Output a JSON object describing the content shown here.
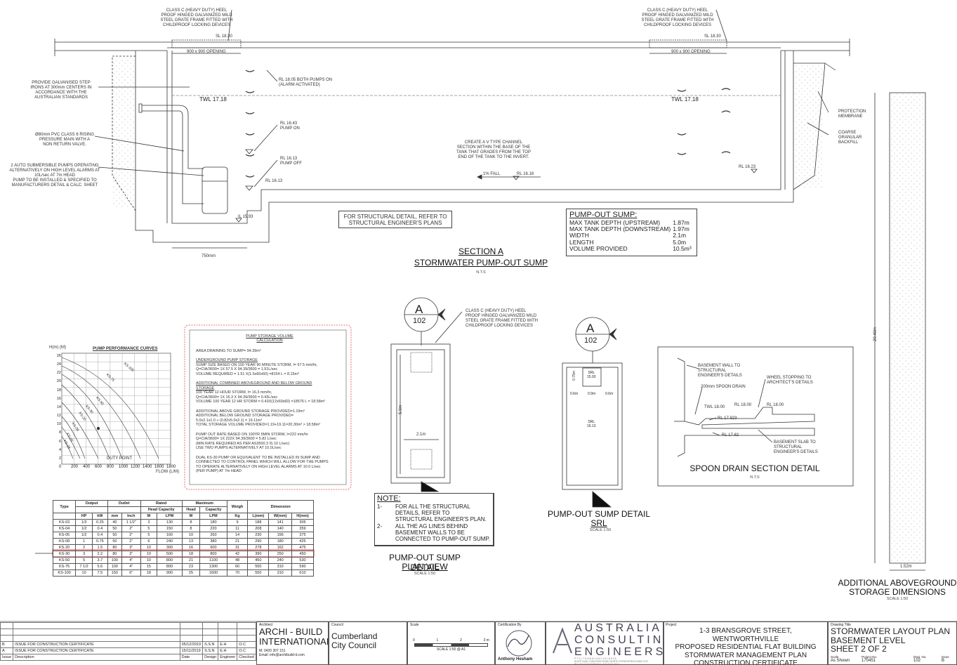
{
  "section_a": {
    "title": "SECTION A",
    "subtitle": "STORMWATER PUMP-OUT SUMP",
    "scale": "N.T.S",
    "grate_note": "CLASS C (HEAVY DUTY) HEEL\nPROOF HINGED GALVANIZED MILD\nSTEEL GRATE FRAME FITTED WITH\nCHILDPROOF LOCKING DEVICES",
    "grate_note_right": "CLASS C (HEAVY DUTY) HEEL\nPROOF HINGED GALVANIZED MILD\nSTEEL GRATE FRAME FITTED WITH\nCHILDPROOF LOCKING DEVICES",
    "sl_left": "SL 18.30",
    "sl_right": "SL 18.30",
    "opening_left": "900 x 900 OPENING",
    "opening_right": "900 x 900 OPENING",
    "step_note": "PROVIDE GALVANISED STEP\nIRONS AT 300mm CENTERS IN\nACCORDANCE WITH THE\nAUSTRALIAN STANDARDS",
    "main_note": "Ø80mm PVC CLASS 6 RISING\nPRESSURE MAIN WITH A\nNON RETURN VALVE.",
    "pumps_note": "2 AUTO SUBMERSIBLE PUMPS OPERATING\nALTERNATIVELY ON HIGH LEVEL ALARMS AT\n10L/sec AT 7m HEAD\nPUMP TO BE INSTALLED & SPECIFIED TO\nMANUFACTURERS DETAIL & CALC. SHEET",
    "twl_left": "TWL 17.18",
    "twl_right": "TWL 17.18",
    "rl_alarm": "RL 18.05 BOTH PUMPS ON\n(ALARM ACTIVATED)",
    "rl_on": "RL 16.43\nPUMP ON",
    "rl_off": "RL 16.13\nPUMP OFF",
    "rl_1613": "RL 16.13",
    "il_1593": "IL 15.93",
    "channel_note": "CREATE A V TYPE CHANNEL\nSECTION WITHIN THE BASE OF THE\nTANK THAT GRADES FROM THE TOP\nEND OF THE TANK TO THE INVERT.",
    "fall": "1% FALL",
    "rl_1618": "RL 16.18",
    "rl_1623": "RL 16.23",
    "protection": "PROTECTION\nMEMBRANE",
    "backfill": "COARSE\nGRANULAR\nBACKFILL",
    "dim_750": "750mm",
    "structural_note": "FOR STRUCTURAL DETAIL, REFER TO\nSTRUCTURAL ENGINEER'S PLANS"
  },
  "pump_out_sump": {
    "title": "PUMP-OUT SUMP:",
    "rows": [
      {
        "label": "MAX TANK DEPTH (UPSTREAM)",
        "value": "1.87m"
      },
      {
        "label": "MAX TANK DEPTH (DOWNSTREAM)",
        "value": "1.97m"
      },
      {
        "label": "WIDTH",
        "value": "2.1m"
      },
      {
        "label": "LENGTH",
        "value": "5.0m"
      },
      {
        "label": "VOLUME PROVIDED",
        "value": "10.5m³"
      }
    ]
  },
  "pump_curve": {
    "ylabel": "H(m) (M)",
    "title": "PUMP PERFORMANCE CURVES",
    "xlabel": "FLOW (L/M)",
    "duty_point": "DUTY POINT",
    "yticks": [
      "26",
      "24",
      "22",
      "20",
      "18",
      "16",
      "14",
      "12",
      "10",
      "8",
      "6",
      "4",
      "2"
    ],
    "xticks": [
      "0",
      "200",
      "400",
      "600",
      "800",
      "1000",
      "1200",
      "1400",
      "1600",
      "1800"
    ],
    "curve_labels": [
      "KS-100",
      "KS-75",
      "KS-50",
      "KS-30",
      "KS-20",
      "KS-08",
      "KS-05",
      "KS-03"
    ]
  },
  "calc": {
    "title": "PUMP STORAGE VOLUME\nCALCULATION",
    "area": "AREA DRAINING TO SUMP= 94.39m²",
    "ug_head": "UNDERGROUND PUMP STORAGE",
    "ug_body": "SUMP SIZE BASED ON 100 YEAR 90 MINUTE STORM, I= 57.5 mm/hr,\nQ=CIA/3600= 1X 57.5 X 94.39/3600 = 1.51L/sec\nVOLUME REQUIRED = 1.51 X(1.5x60x60) =8154 L = 8.15m³",
    "comb_head": "ADDITIONAL COMBINED ABOVEGROUND AND BELOW GROUND\nSTORAGE",
    "comb_body": "100 YEAR 12 HOUR STORM, I= 16.3 mm/hr,\nQ=CIA/3600= 1X 16.3 X 94.39/3600 = 0.43L/sec\nVOLUME 100 YEAR 12 HR STORM = 0.43X(12x60x60) =18576 L = 18.58m³",
    "add_body": "ADDITIONAL ABOVE GROUND STORAGE PROVIDED=1.19m³\nADDITIONAL BELOW GROUND STORAGE PROVIDED=\n5.0x2.1x1.0 + (0.82x5.0x2.1) = 19.11m³\nTOTAL STORAGE VOLUME PROVIDED=1.19+19.11=20.30m³ > 18.58m³",
    "rate_body": "PUMP OUT RATE BASED ON 100YR 5MIN STORM, I=222 mm/hr\nQ=CIA/3600= 1X 222X 94.39/3600 = 5.82 L/sec\n(MIN RATE REQUIRED AS PER AS3500.3 IS 10 L/sec)\nUSE TWO PUMPS ALTERNATIVELY AT 10.0L/sec",
    "dual_body": "DUAL KS-30 PUMP OR EQUIVALENT TO BE INSTALLED IN SUMP AND\nCONNECTED TO CONTROL PANEL WHICH WILL ALLOW FOR THE PUMPS\nTO OPERATE ALTERNATIVELY ON HIGH LEVEL ALARMS AT 10.0 L/sec\n(PER PUMP) AT 7m HEAD"
  },
  "pump_table": {
    "h_type": "Type",
    "h_output": "Output",
    "h_outlet": "Outlet",
    "h_rated": "Rated",
    "h_max": "Maximum",
    "h_weigh": "Weigh",
    "h_dim": "Dimension",
    "h_headcap": "Head Capacity",
    "h_head": "Head",
    "h_capacity": "Capacity",
    "sub": [
      "HP",
      "kW",
      "mm",
      "Inch",
      "M",
      "LPM",
      "M",
      "LPM",
      "Kg",
      "L(mm)",
      "W(mm)",
      "H(mm)"
    ],
    "rows": [
      [
        "KS-03",
        "1/3",
        "0.25",
        "40",
        "1 1/2\"",
        "3",
        "130",
        "8",
        "180",
        "9",
        "188",
        "141",
        "305"
      ],
      [
        "KS-04",
        "1/2",
        "0.4",
        "50",
        "2\"",
        "5",
        "150",
        "8",
        "220",
        "11",
        "208",
        "140",
        "359"
      ],
      [
        "KS-05",
        "1/2",
        "0.4",
        "50",
        "2\"",
        "5",
        "160",
        "10",
        "260",
        "14",
        "230",
        "156",
        "375"
      ],
      [
        "KS-08",
        "1",
        "0.75",
        "50",
        "2\"",
        "6",
        "240",
        "13",
        "380",
        "21",
        "290",
        "180",
        "425"
      ],
      [
        "KS-20",
        "2",
        "1.5",
        "80",
        "3\"",
        "10",
        "300",
        "16",
        "600",
        "31",
        "278",
        "162",
        "475"
      ],
      [
        "KS-30",
        "3",
        "2.2",
        "80",
        "3\"",
        "10",
        "500",
        "18",
        "800",
        "42",
        "390",
        "250",
        "450"
      ],
      [
        "KS-50",
        "5",
        "3.7",
        "100",
        "4\"",
        "10",
        "800",
        "21",
        "1100",
        "48",
        "450",
        "240",
        "530"
      ],
      [
        "KS-75",
        "7 1/2",
        "5.6",
        "100",
        "4\"",
        "15",
        "800",
        "23",
        "1300",
        "60",
        "550",
        "310",
        "590"
      ],
      [
        "KS-100",
        "10",
        "7.5",
        "150",
        "6\"",
        "18",
        "900",
        "25",
        "1600",
        "70",
        "550",
        "310",
        "610"
      ]
    ]
  },
  "plan_view": {
    "callout_letter": "A",
    "callout_num": "102",
    "grate_note": "CLASS C (HEAVY DUTY) HEEL\nPROOF HINGED GALVANIZED MILD\nSTEEL GRATE FRAME FITTED WITH\nCHILDPROOF LOCKING DEVICES",
    "dim_len": "5.0m",
    "dim_wid": "2.1m",
    "title": "PUMP-OUT SUMP DETAIL",
    "title2": "PLAN VIEW",
    "scale": "SCALE 1:50"
  },
  "note": {
    "title": "NOTE:",
    "n1": "1-",
    "t1": "FOR ALL THE STRUCTURAL\nDETAILS, REFER TO\nSTRUCTURAL ENGINEER'S PLAN.",
    "n2": "2-",
    "t2": "ALL THE AG LINES BEHIND\nBASEMENT WALLS TO BE\nCONNECTED TO PUMP-OUT SUMP."
  },
  "srl_detail": {
    "callout_letter": "A",
    "callout_num": "102",
    "srl_top": "SRL\n15.93",
    "srl_mid": "SRL\n16.13",
    "d075": "0.75m",
    "d06a": "0.6m",
    "d09": "0.9m",
    "d06b": "0.6m",
    "title": "PUMP-OUT SUMP DETAIL",
    "title2": "SRL",
    "scale": "SCALE 1:50"
  },
  "spoon": {
    "basement_wall": "BASEMENT WALL TO\nSTRUCTURAL\nENGINEER'S DETAILS",
    "spoon_drain": "200mm SPOON DRAIN",
    "wheel": "WHEEL STOPPING TO\nARCHITECT'S DETAILS",
    "twl": "TWL 18.00",
    "rl1800a": "RL 18.00",
    "rl1800b": "RL 18.00",
    "rl17923": "RL 17.923",
    "rl1782": "RL 17.82",
    "slab": "BASEMENT SLAB TO\nSTRUCTURAL\nENGINEER'S DETAILS",
    "title": "SPOON DRAIN SECTION DETAIL",
    "scale": "N.T.S"
  },
  "additional": {
    "dim_len": "20.40m",
    "dim_wid": "1.52m",
    "title": "ADDITIONAL ABOVEGROUND",
    "title2": "STORAGE DIMENSIONS",
    "scale": "SCALE 1:50"
  },
  "title_block": {
    "rev_rows": [
      [
        "B",
        "ISSUE FOR CONSTRUCTION CERTIFICATE",
        "05/12/2019",
        "S.S.N",
        "E.H",
        "O.C"
      ],
      [
        "A",
        "ISSUE FOR CONSTRUCTION CERTIFICATE",
        "15/11/2019",
        "S.S.N",
        "E.H",
        "O.C"
      ]
    ],
    "rev_head": [
      "Issue",
      "Description",
      "Date",
      "Design",
      "Engineer",
      "Checked"
    ],
    "architect_label": "Architect",
    "architect": "ARCHI - BUILD\nINTERNATIONAL",
    "architect_contact": "M: 0420 307 151\nEmail: info@archibuild-it.com",
    "council_label": "Council",
    "council": "Cumberland\nCity Council",
    "scale_label": "Scale",
    "scale_ticks": [
      "0",
      "1",
      "2",
      "3 m"
    ],
    "scale_text": "SCALE 1:50 @ A1",
    "cert_label": "Certification By",
    "cert_name": "Anthony Hesham",
    "engineers": "AUSTRALIAN\nCONSULTING\nENGINEERS",
    "engineers_small": "P T Y   L T D   A B N   1 6 6 2 1 6 1 8 6 3 5\nSHOP 11/60 CONCORD ROAD NORTH STRATHFIELD NSW 2137\nPH: (02) 9743 8455   FAX: (02) 9743 7616",
    "project_label": "Project",
    "project": "1-3 BRANSGROVE STREET, WENTWORTHVILLE\nPROPOSED RESIDENTIAL FLAT BUILDING\nSTORMWATER MANAGEMENT PLAN\nCONSTRUCTION CERTIFICATE",
    "drawing_label": "Drawing Title",
    "drawing": "STORMWATER LAYOUT PLAN\nBASEMENT LEVEL\nSHEET 2 OF 2",
    "bottom": [
      "Scale",
      "Project No.",
      "Dwg. No.",
      "Issue"
    ],
    "bottom_vals": [
      "As Shown",
      "170451",
      "102",
      "B"
    ]
  }
}
